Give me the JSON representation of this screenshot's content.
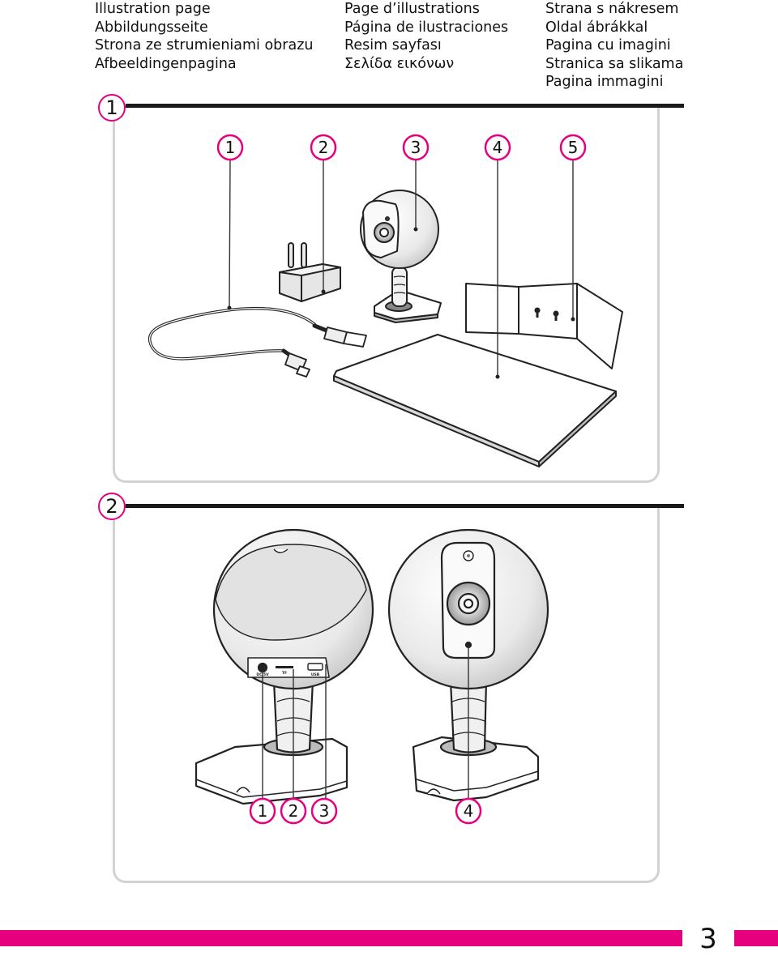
{
  "header": {
    "columns": [
      [
        "Illustration page",
        "Abbildungsseite",
        "Strona ze strumieniami obrazu",
        "Afbeeldingenpagina"
      ],
      [
        "Page d’illustrations",
        "Página de ilustraciones",
        "Resim sayfası",
        "Σελίδα εικόνων"
      ],
      [
        "Strana s nákresem",
        "Oldal ábrákkal",
        "Pagina cu imagini",
        "Stranica sa slikama",
        "Pagina immagini"
      ]
    ]
  },
  "section1": {
    "number": "1",
    "callouts": [
      "1",
      "2",
      "3",
      "4",
      "5"
    ]
  },
  "section2": {
    "number": "2",
    "callouts": [
      "1",
      "2",
      "3",
      "4"
    ],
    "port_labels": [
      "DC 5V",
      "TF",
      "USB"
    ]
  },
  "footer": {
    "page_number": "3"
  },
  "colors": {
    "accent": "#e6007e",
    "panel_border": "#d2d2d2",
    "line": "#222222"
  },
  "icons": [
    "ac-adapter-icon",
    "usb-cable-icon",
    "camera-icon",
    "mounting-plate-icon",
    "wall-template-icon"
  ]
}
